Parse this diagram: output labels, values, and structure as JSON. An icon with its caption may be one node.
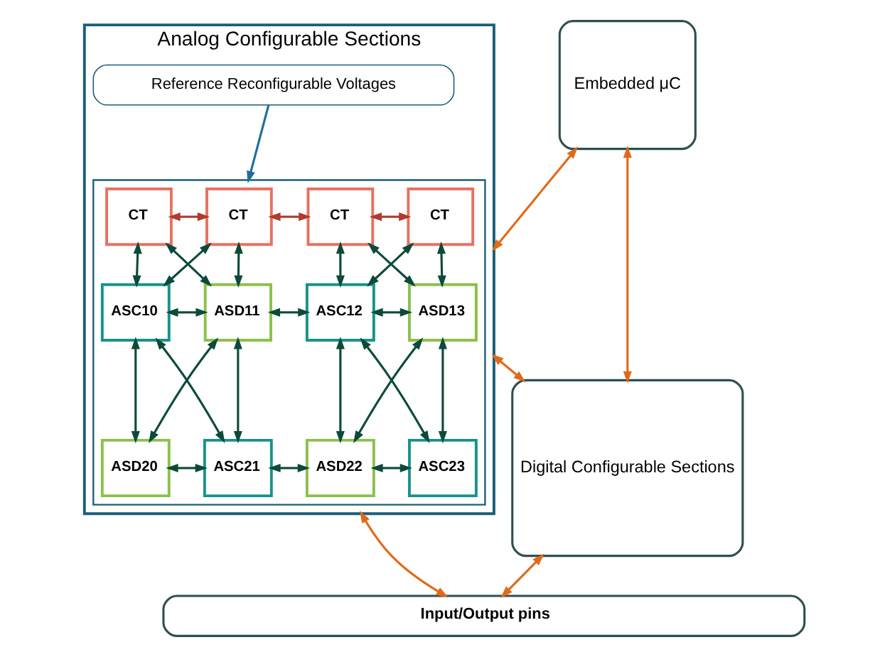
{
  "diagram": {
    "nodes": [
      {
        "text": [
          "Analog Configurable Sections"
        ]
      },
      {
        "text": [
          "Reference Reconfigurable Voltages"
        ],
        "in": 0
      },
      {
        "text": [],
        "shape": "box",
        "in": 0
      },
      {
        "text": [
          "CT"
        ],
        "in": 2
      },
      {
        "text": [
          "CT"
        ],
        "in": 2
      },
      {
        "text": [
          "CT"
        ],
        "in": 2
      },
      {
        "text": [
          "CT"
        ],
        "in": 2
      },
      {
        "text": [
          "ASC10"
        ],
        "in": 2
      },
      {
        "text": [
          "ASD11"
        ],
        "in": 2
      },
      {
        "text": [
          "ASC12"
        ],
        "in": 2
      },
      {
        "text": [
          "ASD13"
        ],
        "in": 2
      },
      {
        "text": [
          "ASD20"
        ],
        "in": 2
      },
      {
        "text": [
          "ASC21"
        ],
        "in": 2
      },
      {
        "text": [
          "ASD22"
        ],
        "in": 2
      },
      {
        "text": [
          "ASC23"
        ],
        "in": 2
      },
      {
        "text": [
          "Embedded μC"
        ]
      },
      {
        "text": [
          "Digital Configurable Sections"
        ]
      },
      {
        "text": [
          "Input/Output pins"
        ]
      }
    ],
    "edges": [
      {
        "from": 1,
        "to": 2,
        "arrow": "to",
        "color": "#1f6e9a"
      },
      {
        "from": 3,
        "to": 4,
        "arrow": "both",
        "color": "#b03a2e"
      },
      {
        "from": 4,
        "to": 5,
        "arrow": "both",
        "color": "#b03a2e"
      },
      {
        "from": 5,
        "to": 6,
        "arrow": "both",
        "color": "#b03a2e"
      },
      {
        "from": 3,
        "to": 7,
        "arrow": "both"
      },
      {
        "from": 3,
        "to": 8,
        "arrow": "both"
      },
      {
        "from": 4,
        "to": 7,
        "arrow": "both"
      },
      {
        "from": 4,
        "to": 8,
        "arrow": "both"
      },
      {
        "from": 5,
        "to": 9,
        "arrow": "both"
      },
      {
        "from": 5,
        "to": 10,
        "arrow": "both"
      },
      {
        "from": 6,
        "to": 9,
        "arrow": "both"
      },
      {
        "from": 6,
        "to": 10,
        "arrow": "both"
      },
      {
        "from": 7,
        "to": 8,
        "arrow": "both"
      },
      {
        "from": 8,
        "to": 9,
        "arrow": "both"
      },
      {
        "from": 9,
        "to": 10,
        "arrow": "both"
      },
      {
        "from": 7,
        "to": 11,
        "arrow": "both"
      },
      {
        "from": 7,
        "to": 12,
        "arrow": "both"
      },
      {
        "from": 8,
        "to": 11,
        "arrow": "both"
      },
      {
        "from": 8,
        "to": 12,
        "arrow": "both"
      },
      {
        "from": 9,
        "to": 13,
        "arrow": "both"
      },
      {
        "from": 9,
        "to": 14,
        "arrow": "both"
      },
      {
        "from": 10,
        "to": 13,
        "arrow": "both"
      },
      {
        "from": 10,
        "to": 14,
        "arrow": "both"
      },
      {
        "from": 11,
        "to": 12,
        "arrow": "both"
      },
      {
        "from": 12,
        "to": 13,
        "arrow": "both"
      },
      {
        "from": 13,
        "to": 14,
        "arrow": "both"
      },
      {
        "from": 0,
        "to": 15,
        "arrow": "both",
        "color": "#e06a1a"
      },
      {
        "from": 15,
        "to": 16,
        "arrow": "both",
        "color": "#e06a1a"
      },
      {
        "from": 0,
        "to": 16,
        "arrow": "both",
        "color": "#e06a1a"
      },
      {
        "from": 0,
        "to": 17,
        "arrow": "both",
        "color": "#e06a1a"
      },
      {
        "from": 16,
        "to": 17,
        "arrow": "both",
        "color": "#e06a1a"
      }
    ]
  }
}
